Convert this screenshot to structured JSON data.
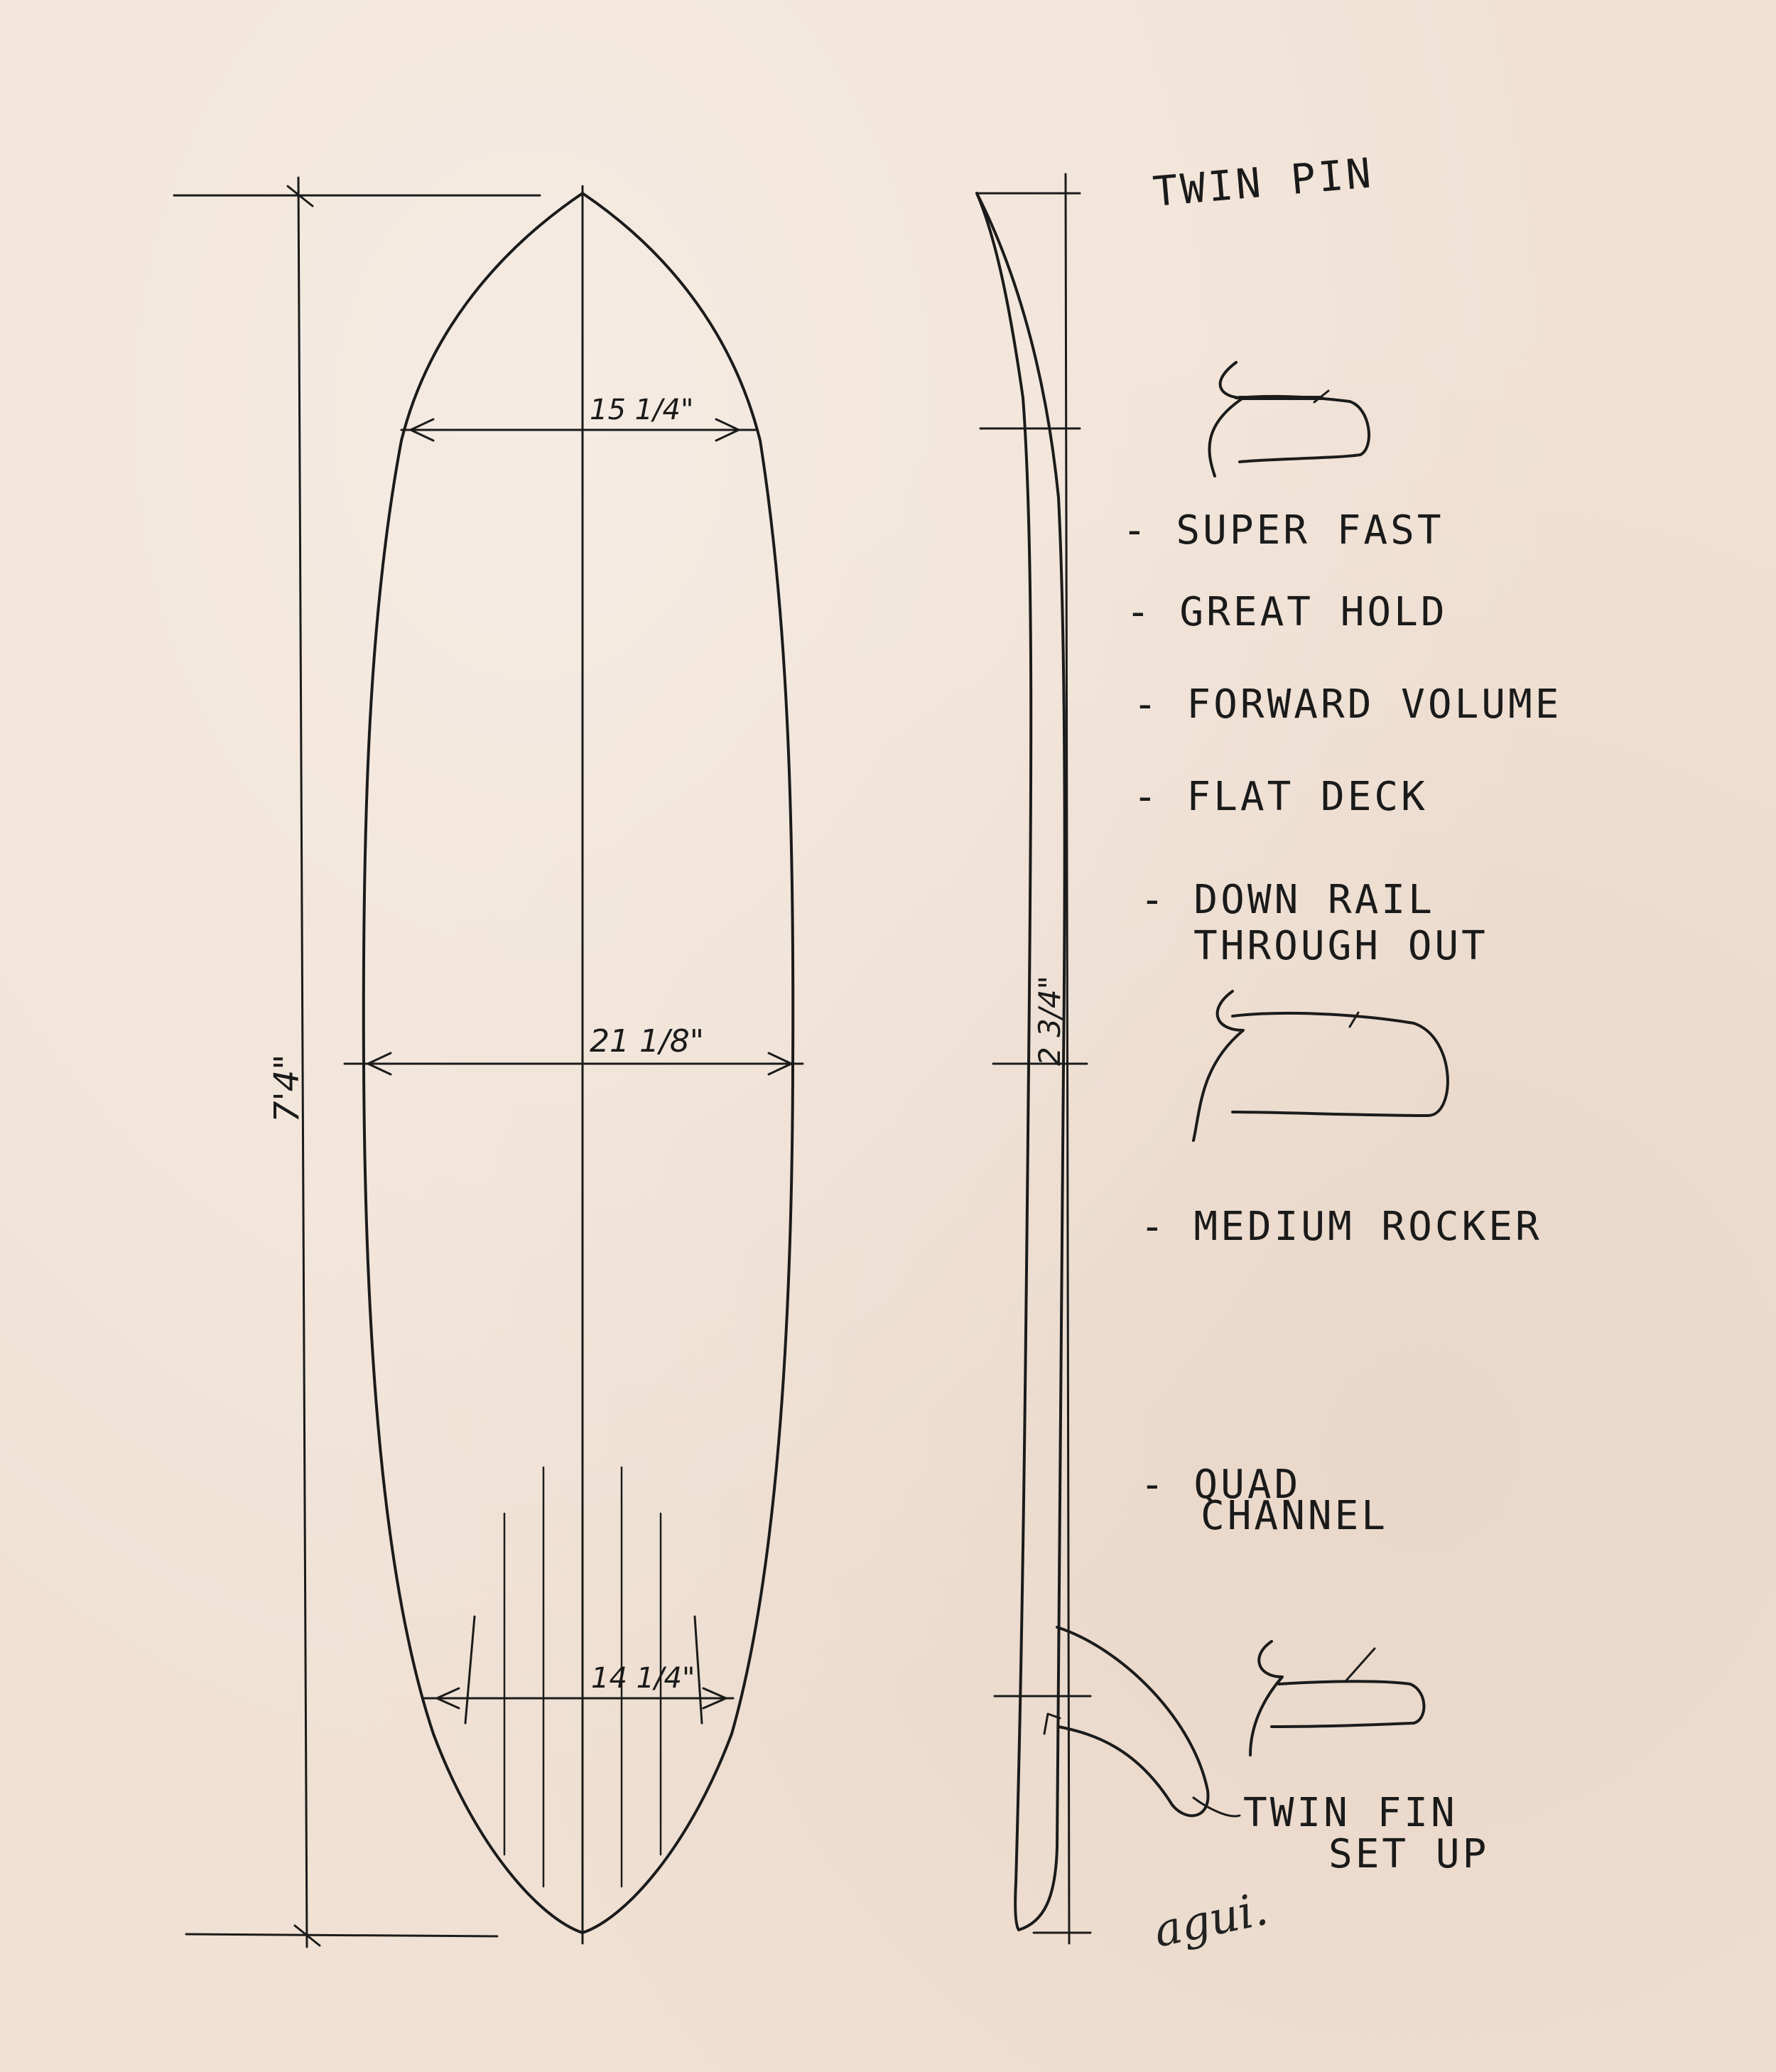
{
  "sketch": {
    "title": "TWIN PIN",
    "dimensions": {
      "length": "7'4\"",
      "nose_width": "15 1/4\"",
      "wide_point": "21 1/8\"",
      "tail_width": "14 1/4\"",
      "thickness": "2 3/4\""
    },
    "notes": [
      "- SUPER FAST",
      "- GREAT HOLD",
      "- FORWARD VOLUME",
      "- FLAT DECK",
      "- DOWN RAIL",
      "THROUGH OUT",
      "- MEDIUM ROCKER",
      "- QUAD",
      "CHANNEL",
      "TWIN FIN",
      "SET UP"
    ],
    "signature": "agui."
  }
}
